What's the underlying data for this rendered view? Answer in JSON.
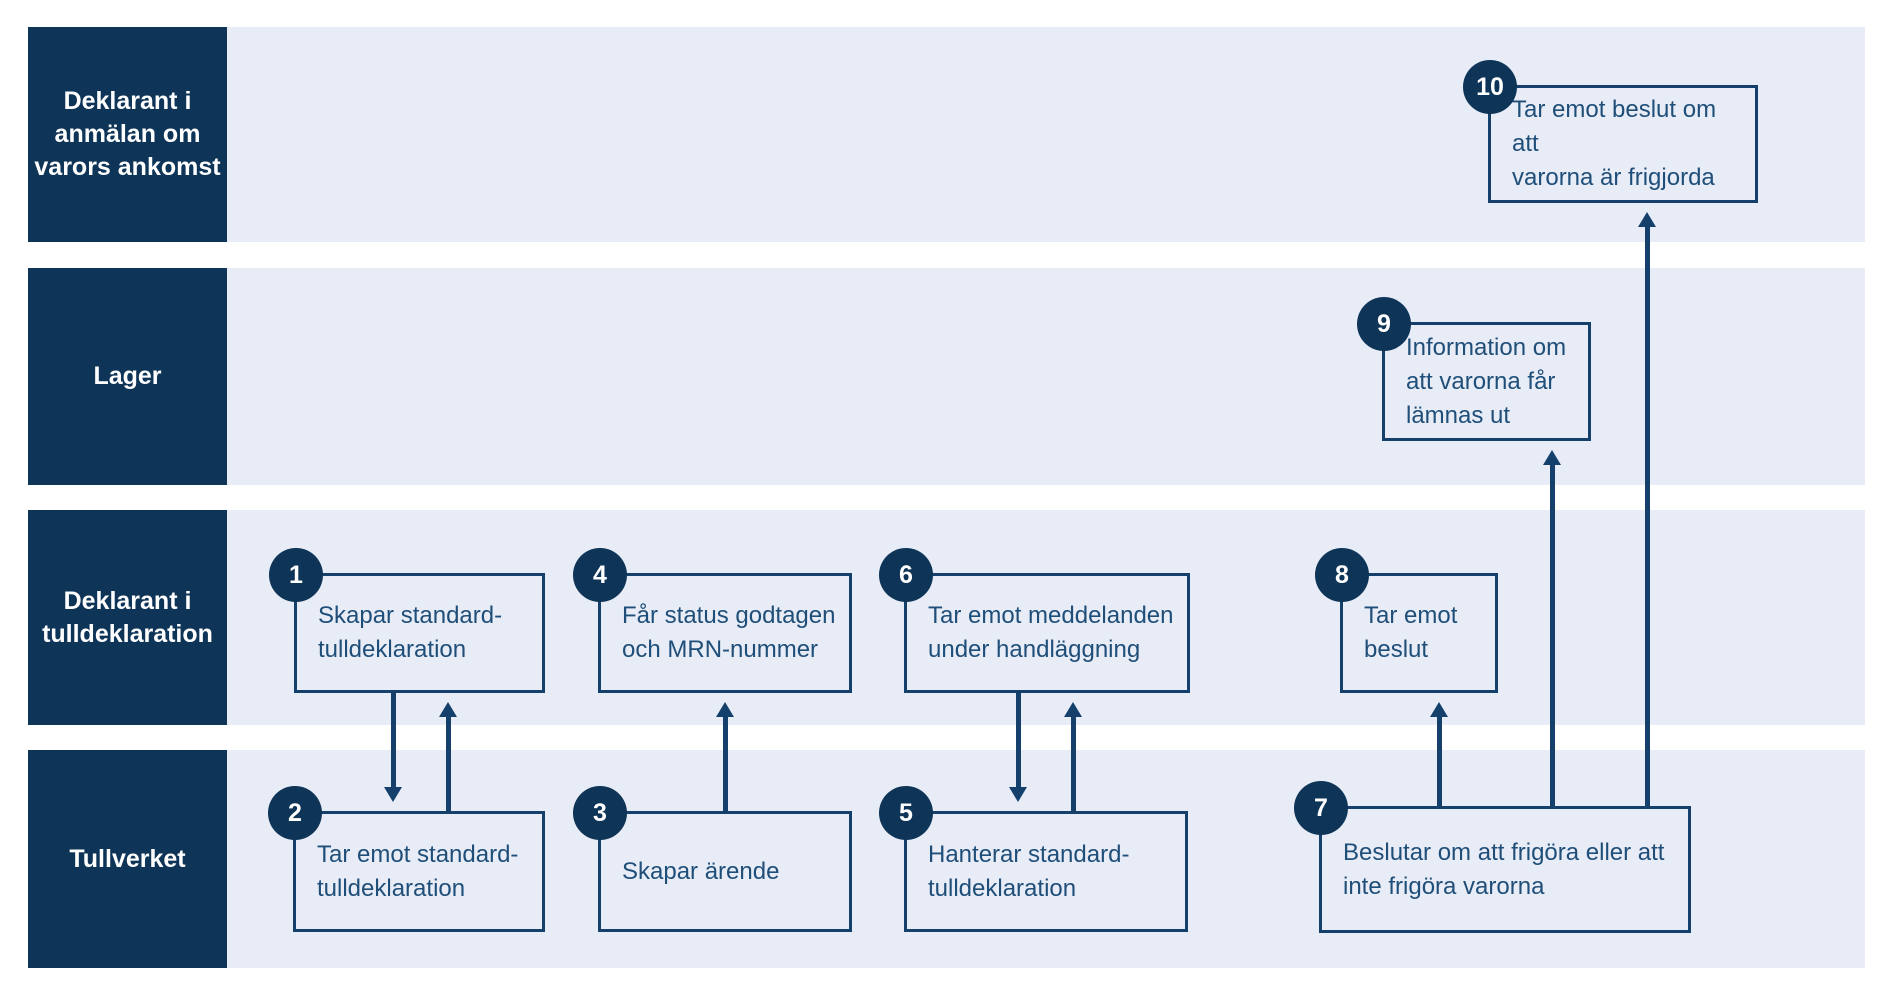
{
  "diagram": {
    "colors": {
      "navy": "#0E3457",
      "line": "#15406B",
      "text_color": "#1F4E79",
      "lane_bg": "#E7ECF6",
      "page_bg": "#FFFFFF"
    },
    "lanes": [
      {
        "id": "deklarant-anmalan",
        "label": "Deklarant i\nanmälan om\nvarors ankomst"
      },
      {
        "id": "lager",
        "label": "Lager"
      },
      {
        "id": "deklarant-tulldeklaration",
        "label": "Deklarant i\ntulldeklaration"
      },
      {
        "id": "tullverket",
        "label": "Tullverket"
      }
    ],
    "steps": [
      {
        "number": "1",
        "lane": "Deklarant i tulldeklaration",
        "text": "Skapar standard-\ntulldeklaration"
      },
      {
        "number": "2",
        "lane": "Tullverket",
        "text": "Tar emot standard-\ntulldeklaration"
      },
      {
        "number": "3",
        "lane": "Tullverket",
        "text": "Skapar ärende"
      },
      {
        "number": "4",
        "lane": "Deklarant i tulldeklaration",
        "text": "Får status godtagen\noch MRN-nummer"
      },
      {
        "number": "5",
        "lane": "Tullverket",
        "text": "Hanterar standard-\ntulldeklaration"
      },
      {
        "number": "6",
        "lane": "Deklarant i tulldeklaration",
        "text": "Tar emot meddelanden\nunder handläggning"
      },
      {
        "number": "7",
        "lane": "Tullverket",
        "text": "Beslutar om att frigöra eller att\ninte frigöra varorna"
      },
      {
        "number": "8",
        "lane": "Deklarant i tulldeklaration",
        "text": "Tar emot\nbeslut"
      },
      {
        "number": "9",
        "lane": "Lager",
        "text": "Information om\natt varorna får\nlämnas ut"
      },
      {
        "number": "10",
        "lane": "Deklarant i anmälan om varors ankomst",
        "text": "Tar emot beslut om att\nvarorna är frigjorda"
      }
    ],
    "flows": [
      {
        "from": "1",
        "to": "2",
        "direction": "down"
      },
      {
        "from": "2",
        "to": "1",
        "direction": "up"
      },
      {
        "from": "3",
        "to": "4",
        "direction": "up"
      },
      {
        "from": "6",
        "to": "5",
        "direction": "down"
      },
      {
        "from": "5",
        "to": "6",
        "direction": "up"
      },
      {
        "from": "7",
        "to": "8",
        "direction": "up"
      },
      {
        "from": "7",
        "to": "9",
        "direction": "up"
      },
      {
        "from": "7",
        "to": "10",
        "direction": "up"
      }
    ]
  }
}
